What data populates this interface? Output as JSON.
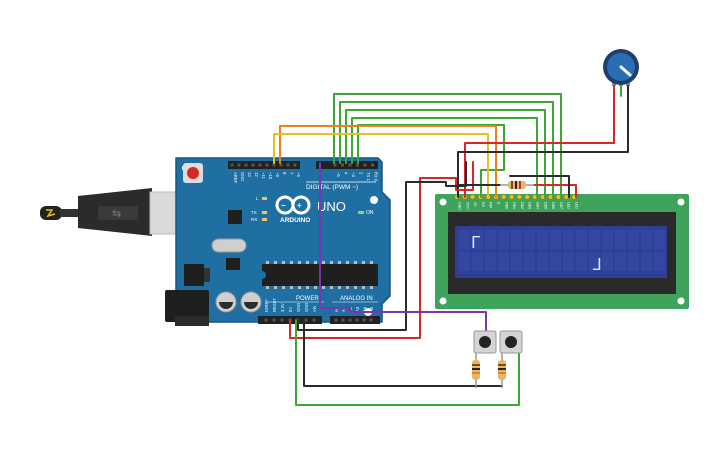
{
  "board": {
    "name": "UNO",
    "brand": "ARDUINO",
    "digital_label": "DIGITAL (PWM ~)",
    "power_label": "POWER",
    "analog_label": "ANALOG IN",
    "on_label": "ON",
    "tx_label": "TX",
    "rx_label": "RX",
    "l_label": "L",
    "top_pins": [
      "AREF",
      "GND",
      "13",
      "12",
      "~11",
      "~10",
      "~9",
      "8",
      "7",
      "~6",
      "~5",
      "4",
      "~3",
      "2",
      "TX 1",
      "RX 0"
    ],
    "power_pins": [
      "IOREF",
      "RESET",
      "3.3V",
      "5V",
      "GND",
      "GND",
      "Vin"
    ],
    "analog_pins": [
      "A0",
      "A1",
      "A2",
      "A3",
      "A4",
      "A5"
    ]
  },
  "lcd": {
    "pins": [
      "GND",
      "VCC",
      "V0",
      "RS",
      "RW",
      "E",
      "DB0",
      "DB1",
      "DB2",
      "DB3",
      "DB4",
      "DB5",
      "DB6",
      "DB7",
      "LED",
      "LED"
    ],
    "glyph_left": "ᒥ",
    "glyph_right": "ᒧ"
  },
  "colors": {
    "board": "#1f6fa3",
    "lcd_pcb": "#3fa45b",
    "lcd_screen": "#2e3f9a",
    "wire_green": "#3aa832",
    "wire_red": "#d62828",
    "wire_black": "#2b2b2b",
    "wire_orange": "#e9811c",
    "wire_yellow": "#e3c21a",
    "wire_purple": "#7a35b0"
  }
}
